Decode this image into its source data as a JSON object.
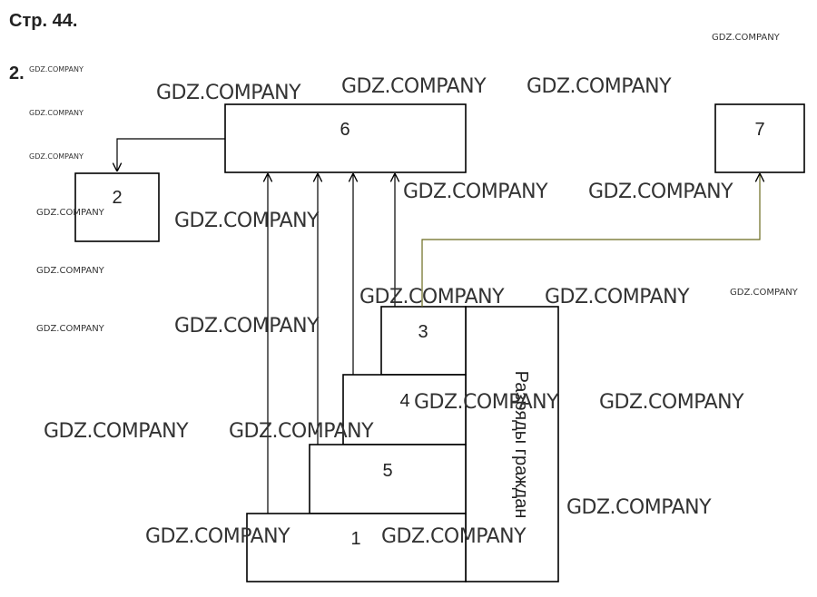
{
  "header": {
    "page": "Стр. 44.",
    "task": "2."
  },
  "diagram": {
    "boxes": {
      "b6": "6",
      "b2": "2",
      "b7": "7",
      "b3": "3",
      "b4": "4",
      "b5": "5",
      "b1": "1",
      "side": "Разряды граждан"
    }
  },
  "watermark": "GDZ.COMPANY",
  "colors": {
    "line": "#000000",
    "connector": "#6b6b1e",
    "text": "#222222"
  }
}
